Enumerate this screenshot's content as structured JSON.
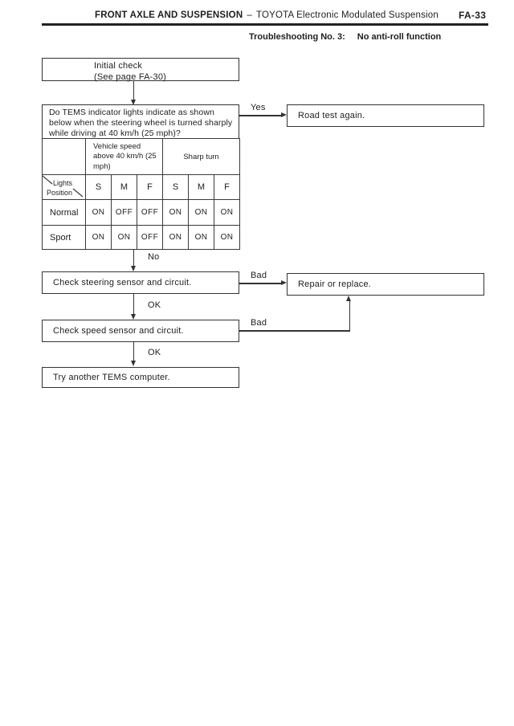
{
  "header": {
    "section_title": "FRONT AXLE AND SUSPENSION",
    "separator": "–",
    "subsystem": "TOYOTA Electronic Modulated Suspension",
    "page_number": "FA-33",
    "subtitle_label": "Troubleshooting No. 3:",
    "subtitle_text": "No anti-roll function"
  },
  "flowchart": {
    "initial_check_line1": "Initial check",
    "initial_check_line2": "(See page FA-30)",
    "question": "Do TEMS indicator lights indicate as shown below when the steering wheel is turned sharply while driving at 40 km/h (25 mph)?",
    "labels": {
      "yes": "Yes",
      "no": "No",
      "bad1": "Bad",
      "bad2": "Bad",
      "ok1": "OK",
      "ok2": "OK"
    },
    "road_test": "Road test again.",
    "check_steering": "Check steering sensor and circuit.",
    "repair_or_replace": "Repair or replace.",
    "check_speed": "Check speed sensor and circuit.",
    "try_computer": "Try another TEMS computer."
  },
  "indicator_table": {
    "corner_top": "Lights",
    "corner_bottom": "Position",
    "group_headers": [
      "Vehicle speed above 40 km/h (25 mph)",
      "Sharp turn"
    ],
    "sub_headers": [
      "S",
      "M",
      "F",
      "S",
      "M",
      "F"
    ],
    "rows": [
      {
        "label": "Normal",
        "values": [
          "ON",
          "OFF",
          "OFF",
          "ON",
          "ON",
          "ON"
        ]
      },
      {
        "label": "Sport",
        "values": [
          "ON",
          "ON",
          "OFF",
          "ON",
          "ON",
          "ON"
        ]
      }
    ]
  }
}
